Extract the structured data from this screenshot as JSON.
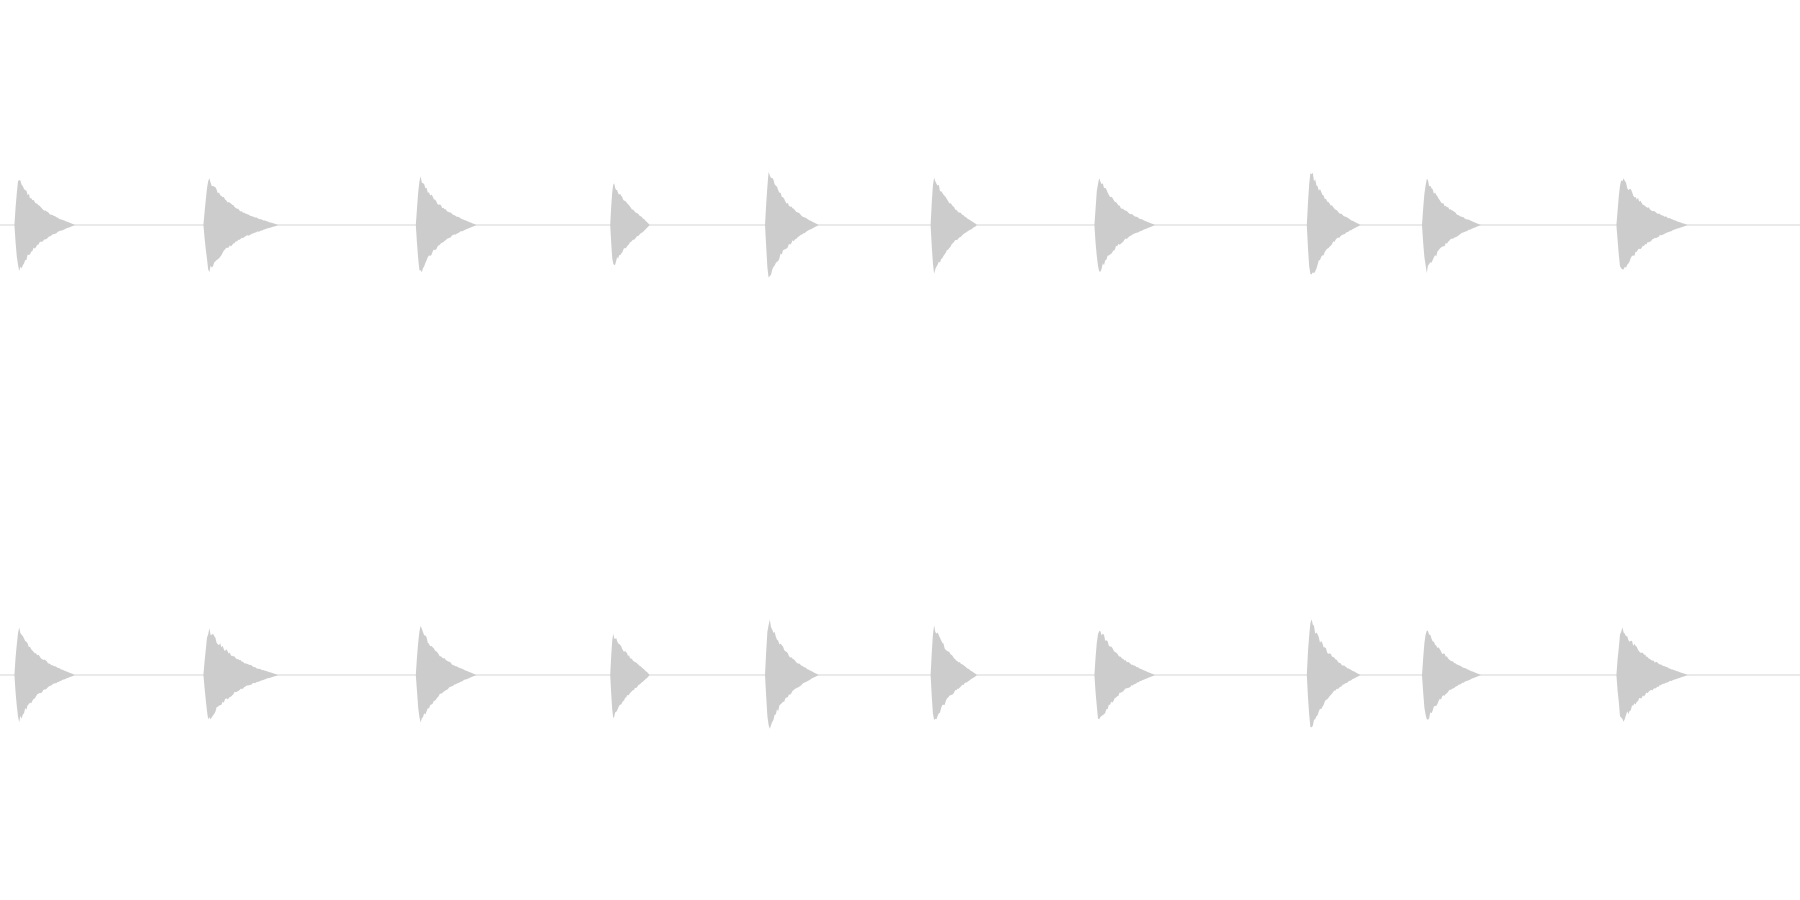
{
  "waveform": {
    "channels": [
      {
        "id": "channel-1"
      },
      {
        "id": "channel-2"
      }
    ],
    "clip_count": 10,
    "clips": [
      {
        "onset": 0.008,
        "length": 0.034,
        "peak": 0.78,
        "decay": 0.85
      },
      {
        "onset": 0.113,
        "length": 0.042,
        "peak": 0.76,
        "decay": 0.85
      },
      {
        "onset": 0.231,
        "length": 0.034,
        "peak": 0.8,
        "decay": 0.85
      },
      {
        "onset": 0.339,
        "length": 0.022,
        "peak": 0.7,
        "decay": 0.6
      },
      {
        "onset": 0.425,
        "length": 0.03,
        "peak": 0.92,
        "decay": 0.85
      },
      {
        "onset": 0.517,
        "length": 0.026,
        "peak": 0.82,
        "decay": 0.75
      },
      {
        "onset": 0.608,
        "length": 0.034,
        "peak": 0.8,
        "decay": 0.85
      },
      {
        "onset": 0.726,
        "length": 0.03,
        "peak": 0.92,
        "decay": 0.85
      },
      {
        "onset": 0.79,
        "length": 0.033,
        "peak": 0.78,
        "decay": 0.85
      },
      {
        "onset": 0.898,
        "length": 0.04,
        "peak": 0.8,
        "decay": 0.85
      }
    ],
    "colors": {
      "waveform_fill": "#cccccc",
      "baseline": "#d4d4d4",
      "background": "#ffffff"
    }
  }
}
